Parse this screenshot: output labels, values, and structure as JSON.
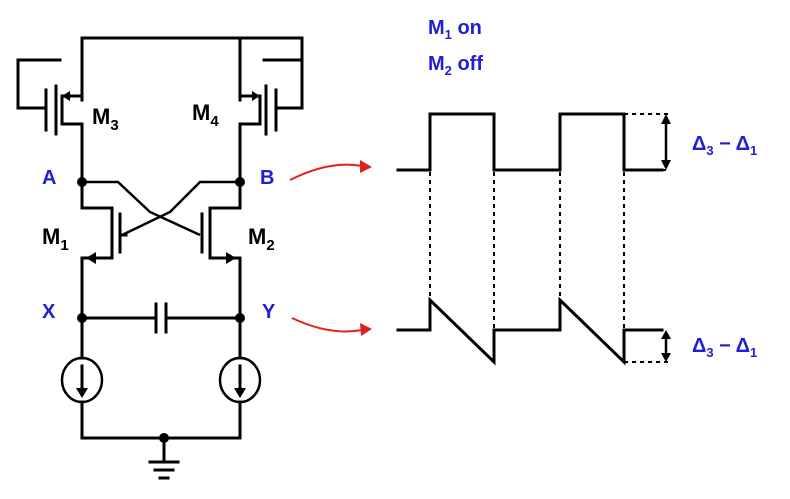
{
  "devices": {
    "m1": {
      "letter": "M",
      "sub": "1"
    },
    "m2": {
      "letter": "M",
      "sub": "2"
    },
    "m3": {
      "letter": "M",
      "sub": "3"
    },
    "m4": {
      "letter": "M",
      "sub": "4"
    }
  },
  "nodes": {
    "a": "A",
    "b": "B",
    "x": "X",
    "y": "Y"
  },
  "state": {
    "line1": {
      "letter": "M",
      "sub": "1",
      "rest": " on"
    },
    "line2": {
      "letter": "M",
      "sub": "2",
      "rest": " off"
    }
  },
  "amplitudes": {
    "top": {
      "d1": "Δ",
      "s1": "3",
      "mid": " − Δ",
      "s2": "1"
    },
    "bottom": {
      "d1": "Δ",
      "s1": "3",
      "mid": " − Δ",
      "s2": "1"
    }
  },
  "colors": {
    "label_blue": "#1f1fd6",
    "arrow_red": "#e02020",
    "wire": "#000000"
  }
}
